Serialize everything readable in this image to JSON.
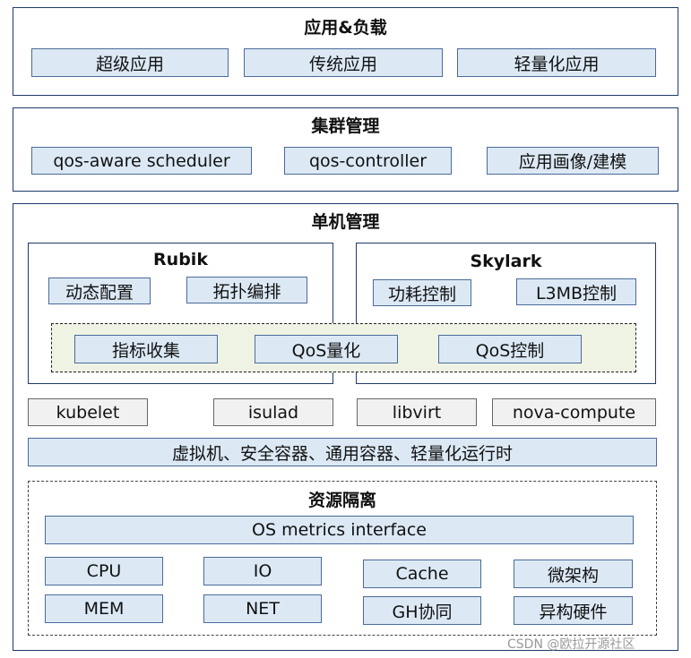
{
  "apps": {
    "title": "应用&负载",
    "items": [
      "超级应用",
      "传统应用",
      "轻量化应用"
    ]
  },
  "cluster": {
    "title": "集群管理",
    "items": [
      "qos-aware scheduler",
      "qos-controller",
      "应用画像/建模"
    ]
  },
  "node": {
    "title": "单机管理",
    "rubik": {
      "title": "Rubik",
      "items": [
        "动态配置",
        "拓扑编排"
      ]
    },
    "skylark": {
      "title": "Skylark",
      "items": [
        "功耗控制",
        "L3MB控制"
      ]
    },
    "shared": [
      "指标收集",
      "QoS量化",
      "QoS控制"
    ],
    "agents": [
      "kubelet",
      "isulad",
      "libvirt",
      "nova-compute"
    ],
    "runtime": "虚拟机、安全容器、通用容器、轻量化运行时",
    "isolation": {
      "title": "资源隔离",
      "interface": "OS metrics interface",
      "row1": [
        "CPU",
        "IO",
        "Cache",
        "微架构"
      ],
      "row2": [
        "MEM",
        "NET",
        "GH协同",
        "异构硬件"
      ]
    }
  },
  "watermark": "CSDN @欧拉开源社区"
}
